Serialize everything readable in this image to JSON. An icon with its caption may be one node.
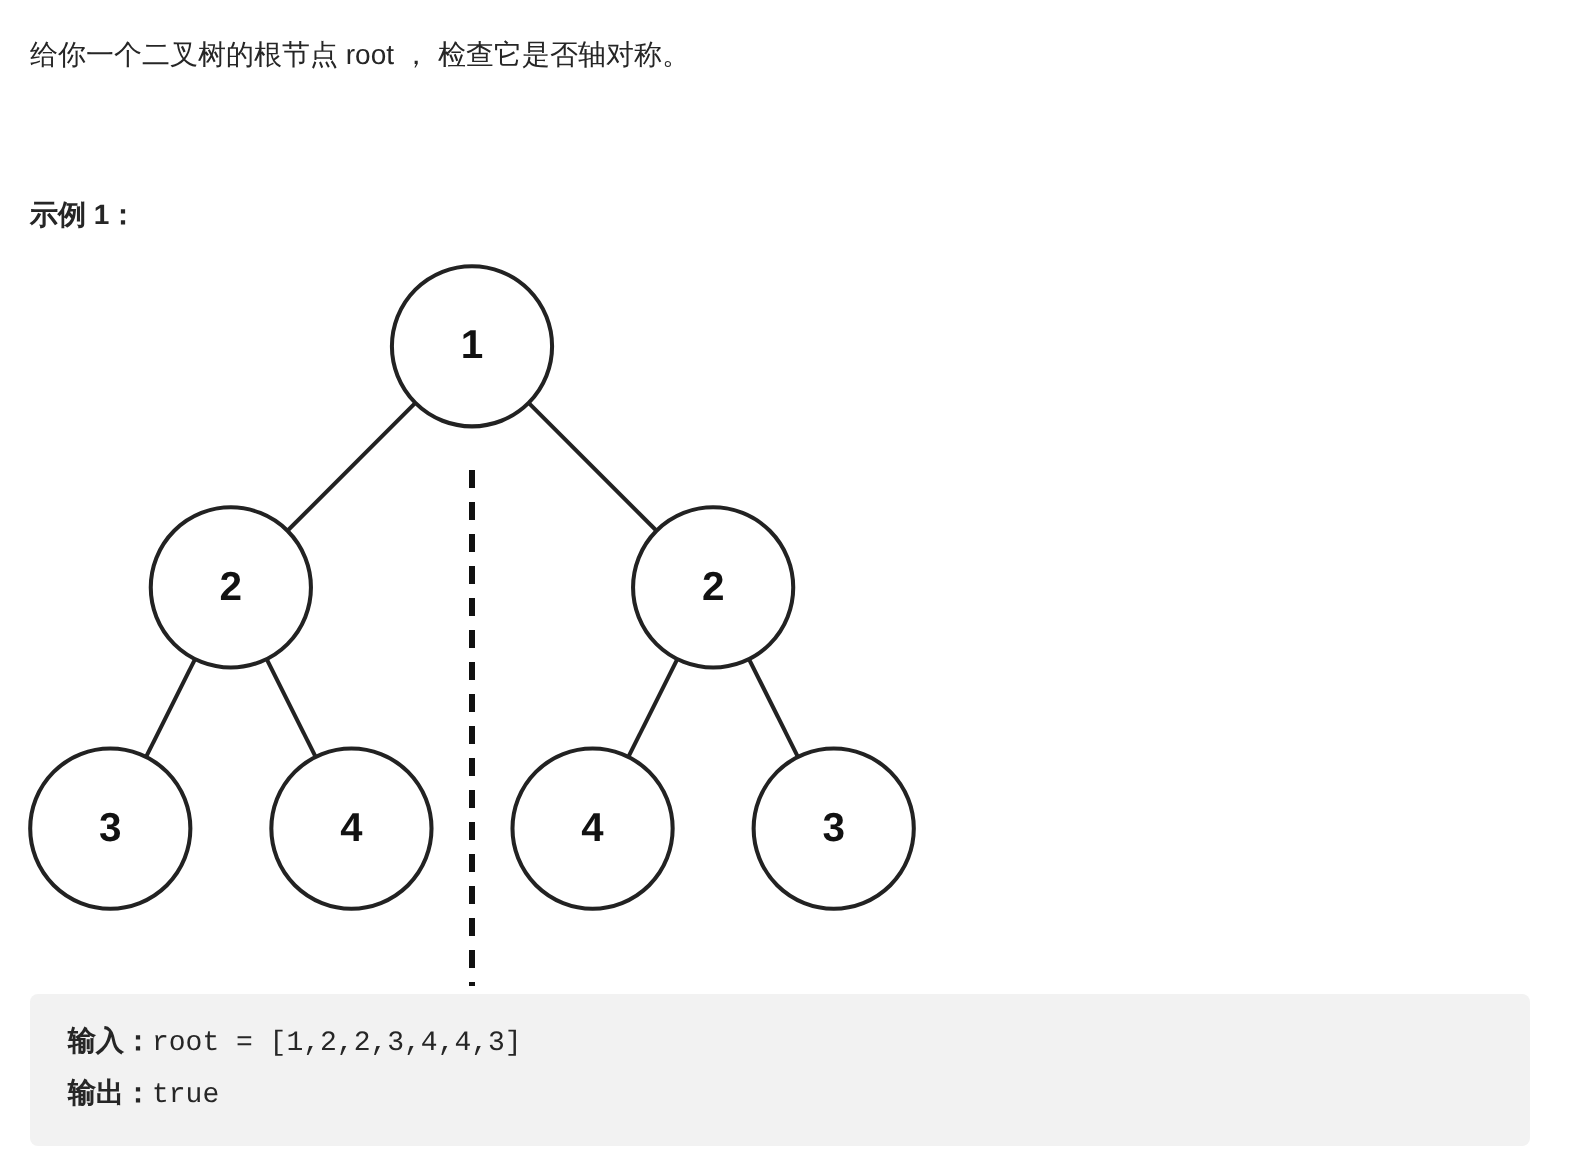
{
  "diagram": {
    "nodes": [
      {
        "text": [
          "1"
        ]
      },
      {
        "text": [
          "2"
        ]
      },
      {
        "text": [
          "2"
        ]
      },
      {
        "text": [
          "3"
        ]
      },
      {
        "text": [
          "4"
        ]
      },
      {
        "text": [
          "4"
        ]
      },
      {
        "text": [
          "3"
        ]
      }
    ],
    "edges": [
      {
        "from": 0,
        "to": 1,
        "arrow": "none"
      },
      {
        "from": 0,
        "to": 2,
        "arrow": "none"
      },
      {
        "from": 1,
        "to": 3,
        "arrow": "none"
      },
      {
        "from": 1,
        "to": 4,
        "arrow": "none"
      },
      {
        "from": 2,
        "to": 5,
        "arrow": "none"
      },
      {
        "from": 2,
        "to": 6,
        "arrow": "none"
      }
    ],
    "labels": [
      "给你一个二叉树的根节点 root ， 检查它是否轴对称。",
      "示例 1：",
      "**输入：**root = [1,2,2,3,4,4,3]",
      "**输出：**true"
    ]
  }
}
